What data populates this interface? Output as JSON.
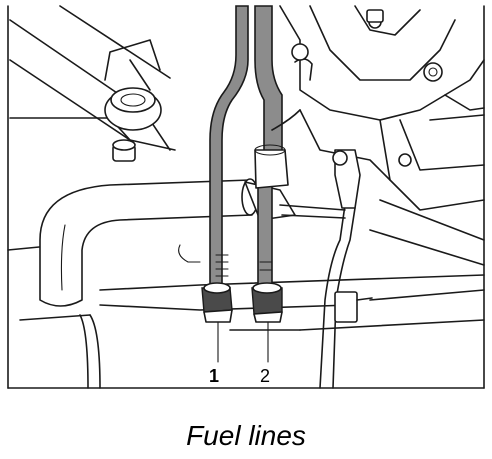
{
  "callouts": {
    "one": "1",
    "two": "2"
  },
  "caption": "Fuel lines",
  "colors": {
    "line": "#1a1a1a",
    "hose_fill": "#8c8c8c",
    "background": "#ffffff"
  }
}
